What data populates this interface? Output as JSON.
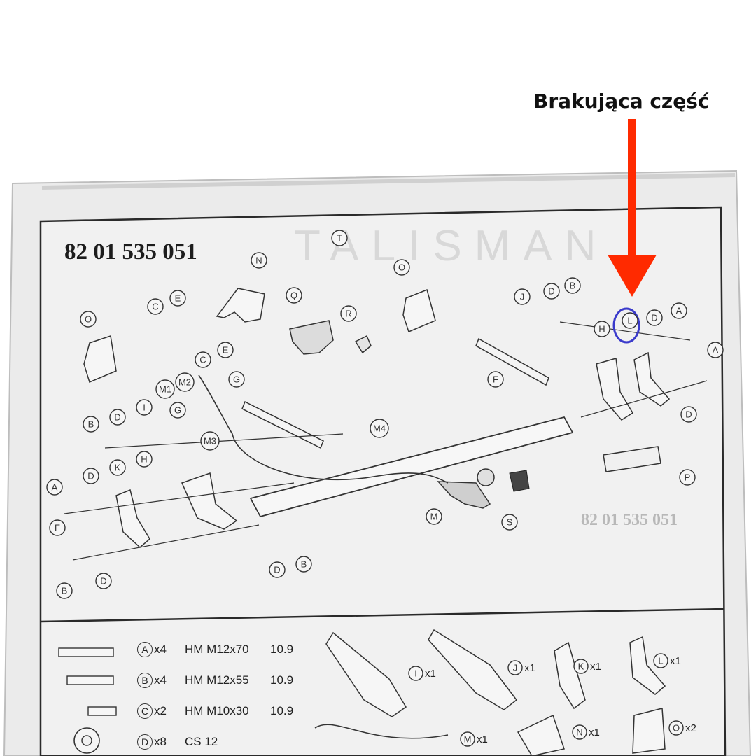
{
  "annotation": {
    "label": "Brakująca część",
    "arrow_color": "#ff2a00",
    "highlight_color": "#3a3acb",
    "highlighted_part": "L"
  },
  "sheet": {
    "code": "82 01 535 051",
    "watermark": "TALISMAN",
    "side_code": "82 01 535 051"
  },
  "callouts": [
    "T",
    "N",
    "O",
    "Q",
    "R",
    "O",
    "C",
    "E",
    "C",
    "E",
    "G",
    "J",
    "D",
    "B",
    "H",
    "L",
    "D",
    "A",
    "A",
    "D",
    "F",
    "M1",
    "M2",
    "G",
    "M3",
    "M4",
    "B",
    "D",
    "I",
    "D",
    "K",
    "H",
    "A",
    "F",
    "B",
    "D",
    "D",
    "B",
    "M",
    "S",
    "P"
  ],
  "parts_list": [
    {
      "letter": "A",
      "qty": "x4",
      "spec": "HM M12x70",
      "grade": "10.9"
    },
    {
      "letter": "B",
      "qty": "x4",
      "spec": "HM M12x55",
      "grade": "10.9"
    },
    {
      "letter": "C",
      "qty": "x2",
      "spec": "HM M10x30",
      "grade": "10.9"
    },
    {
      "letter": "D",
      "qty": "x8",
      "spec": "CS 12",
      "grade": ""
    }
  ],
  "parts_images": [
    {
      "letter": "I",
      "qty": "x1"
    },
    {
      "letter": "J",
      "qty": "x1"
    },
    {
      "letter": "K",
      "qty": "x1"
    },
    {
      "letter": "L",
      "qty": "x1"
    },
    {
      "letter": "M",
      "qty": "x1"
    },
    {
      "letter": "N",
      "qty": "x1"
    },
    {
      "letter": "O",
      "qty": "x2"
    }
  ]
}
